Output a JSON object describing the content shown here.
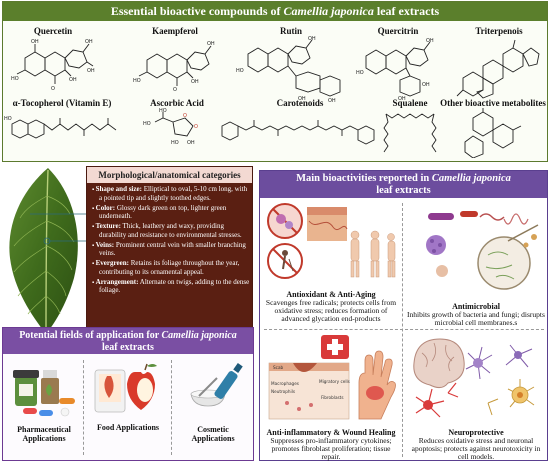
{
  "compounds_panel": {
    "title_prefix": "Essential bioactive compounds of ",
    "title_species": "Camellia japonica",
    "title_suffix": " leaf extracts",
    "items": [
      {
        "name": "Quercetin"
      },
      {
        "name": "Kaempferol"
      },
      {
        "name": "Rutin"
      },
      {
        "name": "Quercitrin"
      },
      {
        "name": "Triterpenois"
      },
      {
        "name": "α-Tocopherol (Vitamin E)"
      },
      {
        "name": "Ascorbic Acid"
      },
      {
        "name": "Carotenoids"
      },
      {
        "name": "Squalene"
      },
      {
        "name": "Other bioactive metabolites"
      }
    ]
  },
  "morphology_panel": {
    "title": "Morphological/anatomical categories",
    "items": [
      {
        "label": "Shape and size:",
        "text": " Elliptical to oval, 5-10 cm long, with a pointed tip and slightly toothed edges."
      },
      {
        "label": "Color:",
        "text": " Glossy dark green on top, lighter green underneath."
      },
      {
        "label": "Texture:",
        "text": " Thick, leathery and waxy, providing durability and resistance to environmental stresses."
      },
      {
        "label": "Veins:",
        "text": " Prominent central vein with smaller branching veins."
      },
      {
        "label": "Evergreen:",
        "text": " Retains its foliage throughout the year, contributing to its ornamental appeal."
      },
      {
        "label": "Arrangement:",
        "text": " Alternate on twigs, adding to the dense foliage."
      }
    ]
  },
  "bioactivities_panel": {
    "title_prefix": "Main bioactivities reported in ",
    "title_species": "Camellia japonica",
    "title_suffix": " leaf extracts",
    "items": [
      {
        "heading": "Antioxidant & Anti-Aging",
        "text": "Scavenges free radicals; protects cells from oxidative stress; reduces formation of advanced glycation end-products"
      },
      {
        "heading": "Antimicrobial",
        "text": "Inhibits growth of bacteria and fungi; disrupts microbial cell membranes.s"
      },
      {
        "heading": "Anti-inflammatory & Wound Healing",
        "text": "Suppresses pro-inflammatory cytokines; promotes fibroblast proliferation; tissue repair."
      },
      {
        "heading": "Neuroprotective",
        "text": "Reduces oxidative stress and neuronal apoptosis; protects against neurotoxicity in cell models."
      }
    ],
    "skin_labels": [
      "Scab",
      "Macrophages",
      "Neutrophils",
      "Migratory cells",
      "Fibroblasts"
    ]
  },
  "applications_panel": {
    "title_prefix": "Potential fields of application for ",
    "title_species": "Camellia japonica",
    "title_suffix": " leaf extracts",
    "items": [
      {
        "label": "Pharmaceutical Applications"
      },
      {
        "label": "Food Applications"
      },
      {
        "label": "Cosmetic Applications"
      }
    ]
  },
  "colors": {
    "compounds_accent": "#5b7f2c",
    "morphology_bg": "#5a1f12",
    "bioactivities_accent": "#6c4d9e",
    "applications_accent": "#7a4fa3"
  }
}
